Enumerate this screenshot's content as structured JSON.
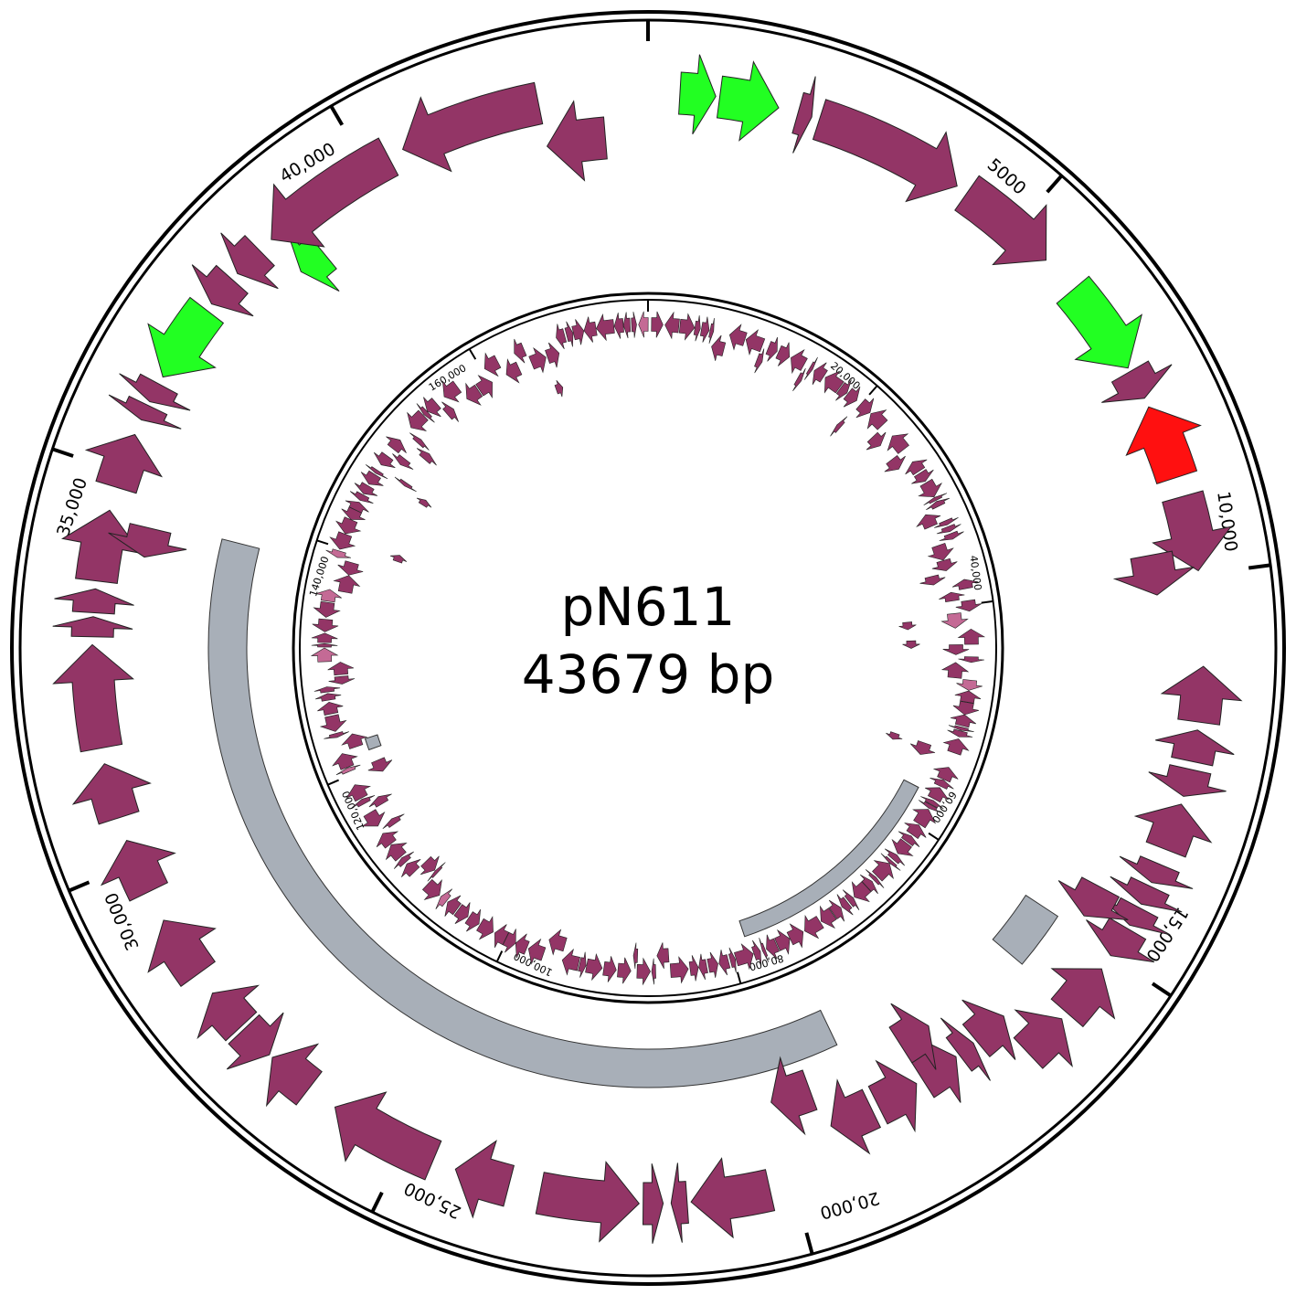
{
  "plasmid": {
    "name": "pN611",
    "length_label": "43679 bp",
    "length_bp": 43679
  },
  "outer_map": {
    "tick_labels": [
      "5000",
      "10,000",
      "15,000",
      "20,000",
      "25,000",
      "30,000",
      "35,000",
      "40,000"
    ],
    "tick_positions_bp": [
      5000,
      10000,
      15000,
      20000,
      25000,
      30000,
      35000,
      40000
    ]
  },
  "inner_map": {
    "tick_labels": [
      "20,000",
      "40,000",
      "60,000",
      "80,000",
      "100,000",
      "120,000",
      "140,000",
      "160,000"
    ],
    "tick_positions_bp": [
      20000,
      40000,
      60000,
      80000,
      100000,
      120000,
      140000,
      160000
    ],
    "genome_length_bp": 175000
  },
  "colors": {
    "default_gene": "#933566",
    "highlight_gene": "#22ff22",
    "resistance_gene": "#ff1010",
    "region": "#a8afb8",
    "inner_pink": "#c46a95"
  },
  "outer_genes": [
    {
      "start": 400,
      "end": 850,
      "strand": 1,
      "track": 0,
      "color": "highlight"
    },
    {
      "start": 900,
      "end": 1650,
      "strand": 1,
      "track": 0,
      "color": "highlight"
    },
    {
      "start": 1900,
      "end": 2080,
      "strand": 1,
      "track": 0,
      "color": "default"
    },
    {
      "start": 2180,
      "end": 4100,
      "strand": 1,
      "track": 0,
      "color": "default"
    },
    {
      "start": 4250,
      "end": 5550,
      "strand": 1,
      "track": 0,
      "color": "default"
    },
    {
      "start": 6050,
      "end": 7250,
      "strand": 1,
      "track": 0,
      "color": "highlight"
    },
    {
      "start": 7300,
      "end": 7680,
      "strand": 1,
      "track": 0,
      "color": "default"
    },
    {
      "start": 7800,
      "end": 8750,
      "strand": -1,
      "track": 0,
      "color": "resistance"
    },
    {
      "start": 9000,
      "end": 9950,
      "strand": 1,
      "track": 0,
      "color": "default"
    },
    {
      "start": 9650,
      "end": 10200,
      "strand": 1,
      "track": 1,
      "color": "default"
    },
    {
      "start": 11150,
      "end": 11850,
      "strand": -1,
      "track": 0,
      "color": "default"
    },
    {
      "start": 11950,
      "end": 12350,
      "strand": -1,
      "track": 0,
      "color": "default"
    },
    {
      "start": 12450,
      "end": 12800,
      "strand": 1,
      "track": 0,
      "color": "default"
    },
    {
      "start": 12900,
      "end": 13500,
      "strand": -1,
      "track": 0,
      "color": "default"
    },
    {
      "start": 13700,
      "end": 13950,
      "strand": 1,
      "track": 0,
      "color": "default"
    },
    {
      "start": 14000,
      "end": 14250,
      "strand": 1,
      "track": 0,
      "color": "default"
    },
    {
      "start": 14300,
      "end": 14550,
      "strand": 1,
      "track": 0,
      "color": "default"
    },
    {
      "start": 14600,
      "end": 15000,
      "strand": 1,
      "track": 0,
      "color": "default"
    },
    {
      "start": 14300,
      "end": 14750,
      "strand": 1,
      "track": 1,
      "color": "default"
    },
    {
      "start": 15200,
      "end": 15900,
      "strand": -1,
      "track": 0,
      "color": "default"
    },
    {
      "start": 16000,
      "end": 16600,
      "strand": -1,
      "track": 0,
      "color": "default"
    },
    {
      "start": 16500,
      "end": 17000,
      "strand": -1,
      "track": 1,
      "color": "default"
    },
    {
      "start": 17050,
      "end": 17300,
      "strand": -1,
      "track": 1,
      "color": "default"
    },
    {
      "start": 17350,
      "end": 17900,
      "strand": -1,
      "track": 1,
      "color": "default"
    },
    {
      "start": 18000,
      "end": 18600,
      "strand": -1,
      "track": 1,
      "color": "default"
    },
    {
      "start": 17400,
      "end": 17900,
      "strand": -1,
      "track": 2,
      "color": "default"
    },
    {
      "start": 18700,
      "end": 19300,
      "strand": 1,
      "track": 1,
      "color": "default"
    },
    {
      "start": 19400,
      "end": 20000,
      "strand": 1,
      "track": 2,
      "color": "default"
    },
    {
      "start": 20300,
      "end": 21300,
      "strand": 1,
      "track": 0,
      "color": "default"
    },
    {
      "start": 21350,
      "end": 21550,
      "strand": 1,
      "track": 0,
      "color": "default"
    },
    {
      "start": 21650,
      "end": 21900,
      "strand": -1,
      "track": 0,
      "color": "default"
    },
    {
      "start": 21950,
      "end": 23200,
      "strand": -1,
      "track": 0,
      "color": "default"
    },
    {
      "start": 23600,
      "end": 24300,
      "strand": 1,
      "track": 0,
      "color": "default"
    },
    {
      "start": 24600,
      "end": 26000,
      "strand": 1,
      "track": 0,
      "color": "default"
    },
    {
      "start": 26400,
      "end": 27000,
      "strand": 1,
      "track": 0,
      "color": "default"
    },
    {
      "start": 27050,
      "end": 27500,
      "strand": -1,
      "track": 0,
      "color": "default"
    },
    {
      "start": 27550,
      "end": 28100,
      "strand": 1,
      "track": 0,
      "color": "default"
    },
    {
      "start": 28400,
      "end": 29200,
      "strand": 1,
      "track": 0,
      "color": "default"
    },
    {
      "start": 29600,
      "end": 30300,
      "strand": 1,
      "track": 0,
      "color": "default"
    },
    {
      "start": 30600,
      "end": 31300,
      "strand": 1,
      "track": 0,
      "color": "default"
    },
    {
      "start": 31500,
      "end": 32800,
      "strand": 1,
      "track": 0,
      "color": "default"
    },
    {
      "start": 32900,
      "end": 33150,
      "strand": 1,
      "track": 0,
      "color": "default"
    },
    {
      "start": 33200,
      "end": 33500,
      "strand": 1,
      "track": 0,
      "color": "default"
    },
    {
      "start": 33600,
      "end": 34500,
      "strand": 1,
      "track": 0,
      "color": "default"
    },
    {
      "start": 34000,
      "end": 34400,
      "strand": -1,
      "track": 1,
      "color": "default"
    },
    {
      "start": 34800,
      "end": 35500,
      "strand": 1,
      "track": 0,
      "color": "default"
    },
    {
      "start": 35700,
      "end": 35900,
      "strand": -1,
      "track": 0,
      "color": "default"
    },
    {
      "start": 35950,
      "end": 36200,
      "strand": -1,
      "track": 0,
      "color": "default"
    },
    {
      "start": 36300,
      "end": 37300,
      "strand": -1,
      "track": 0,
      "color": "highlight"
    },
    {
      "start": 37400,
      "end": 37800,
      "strand": -1,
      "track": 0,
      "color": "default"
    },
    {
      "start": 37900,
      "end": 38300,
      "strand": -1,
      "track": 0,
      "color": "default"
    },
    {
      "start": 38500,
      "end": 38900,
      "strand": -1,
      "track": 1,
      "color": "highlight"
    },
    {
      "start": 38500,
      "end": 40300,
      "strand": -1,
      "track": 0,
      "color": "default"
    },
    {
      "start": 40500,
      "end": 42300,
      "strand": -1,
      "track": 0,
      "color": "default"
    },
    {
      "start": 42300,
      "end": 43100,
      "strand": -1,
      "track": 1,
      "color": "default"
    }
  ],
  "outer_regions": [
    {
      "start": 14950,
      "end": 15800,
      "track": 2
    },
    {
      "start": 18750,
      "end": 34500,
      "track": 3
    }
  ],
  "inner_regions": [
    {
      "start": 57000,
      "end": 78500
    }
  ]
}
